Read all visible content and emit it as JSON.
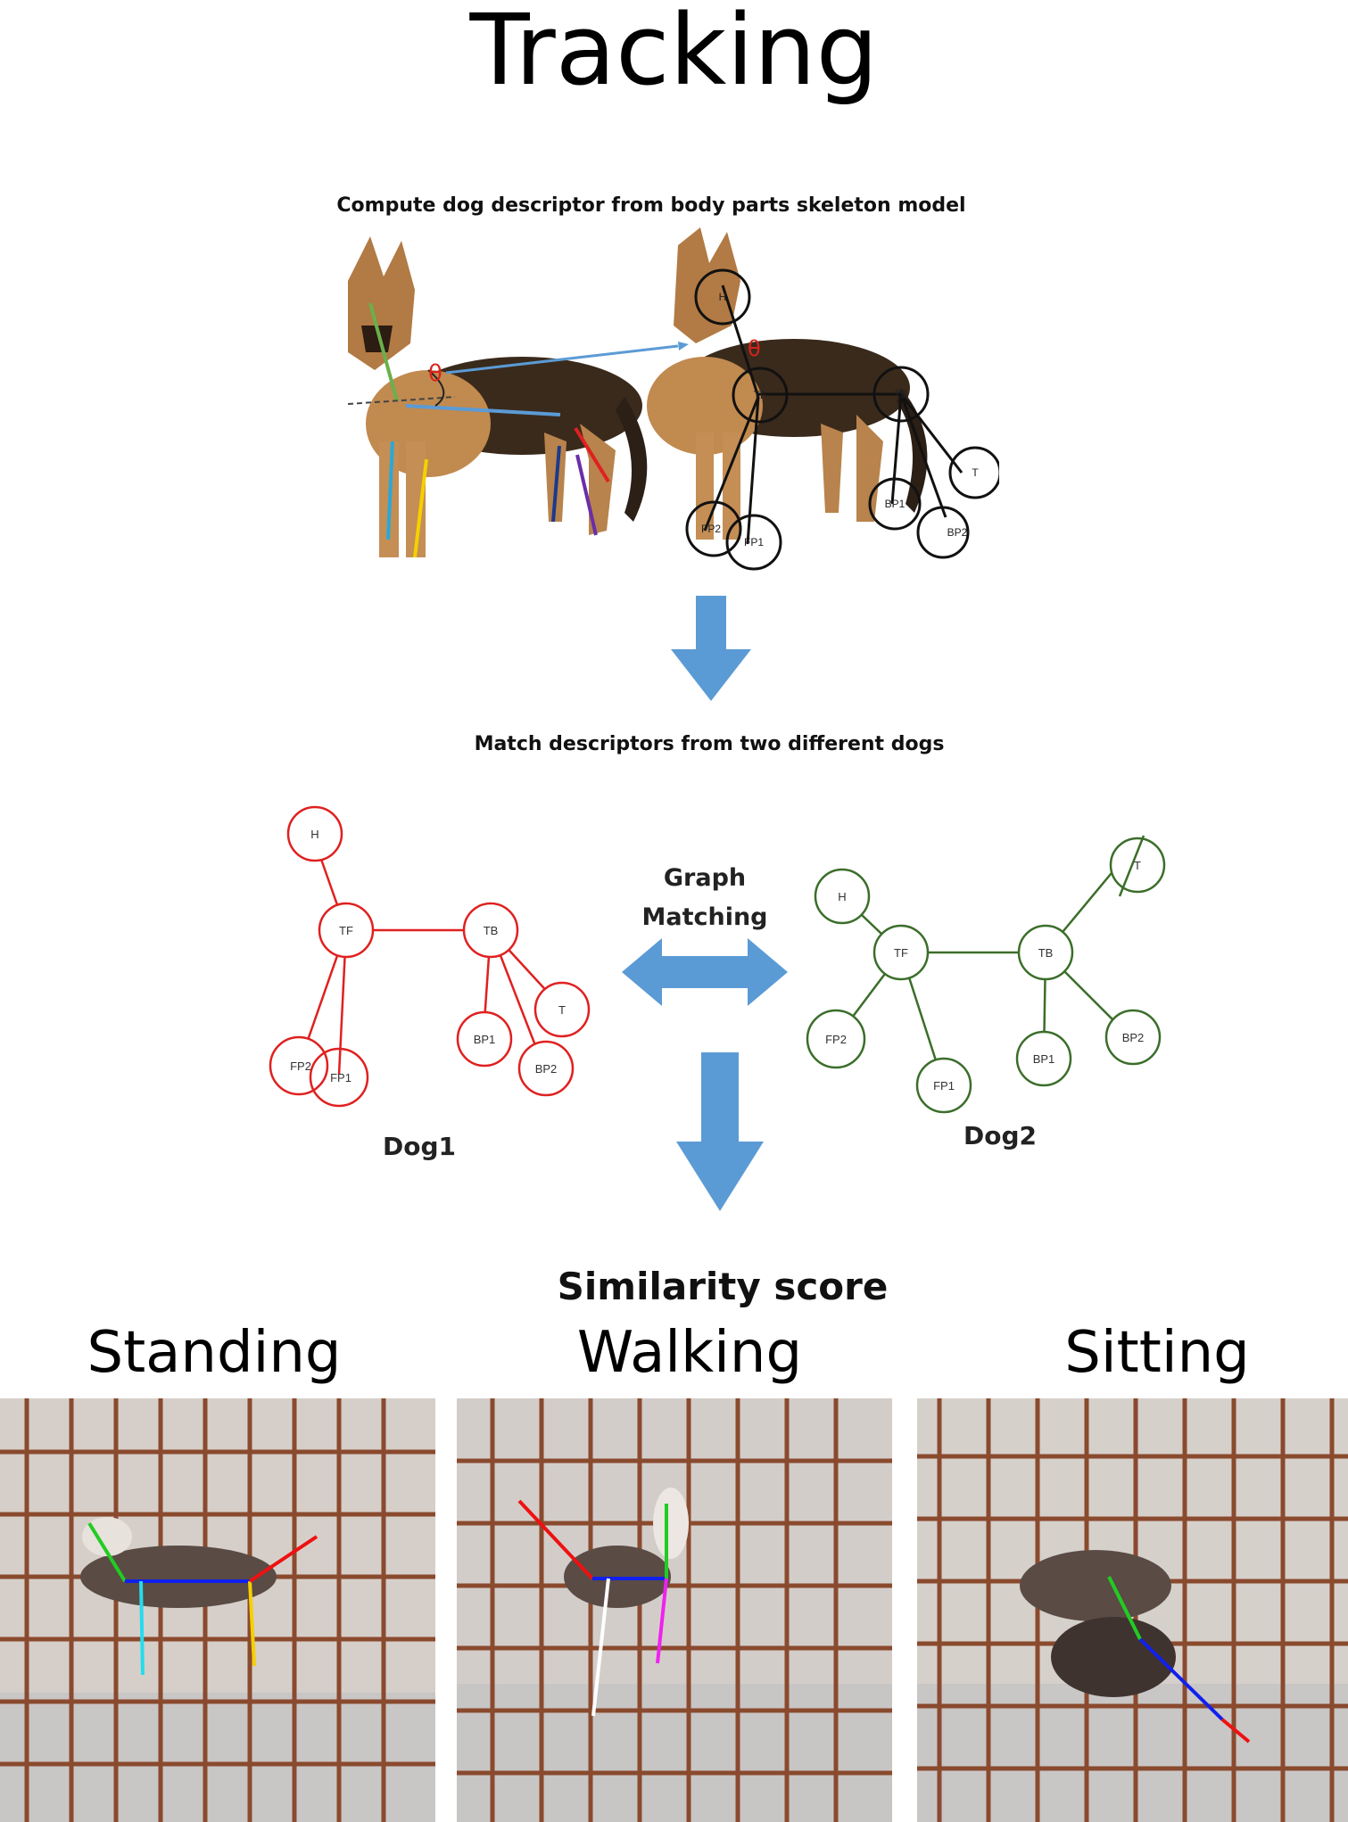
{
  "title": "Tracking",
  "step1_caption": "Compute dog descriptor from body parts skeleton model",
  "step2_caption": "Match descriptors from two different dogs",
  "theta_symbol": "θ",
  "nodes": {
    "head": "H",
    "torso_front": "TF",
    "torso_back": "TB",
    "tail": "T",
    "front_paw_1": "FP1",
    "front_paw_2": "FP2",
    "back_paw_1": "BP1",
    "back_paw_2": "BP2"
  },
  "graph_matching_line1": "Graph",
  "graph_matching_line2": "Matching",
  "dog1_label": "Dog1",
  "dog2_label": "Dog2",
  "similarity_label": "Similarity score",
  "poses": [
    "Standing",
    "Walking",
    "Sitting"
  ],
  "colors": {
    "arrow_blue": "#5b9bd5",
    "dog1_graph": "#e02020",
    "dog2_graph": "#3b6e2a",
    "theta_red": "#d9231e"
  }
}
